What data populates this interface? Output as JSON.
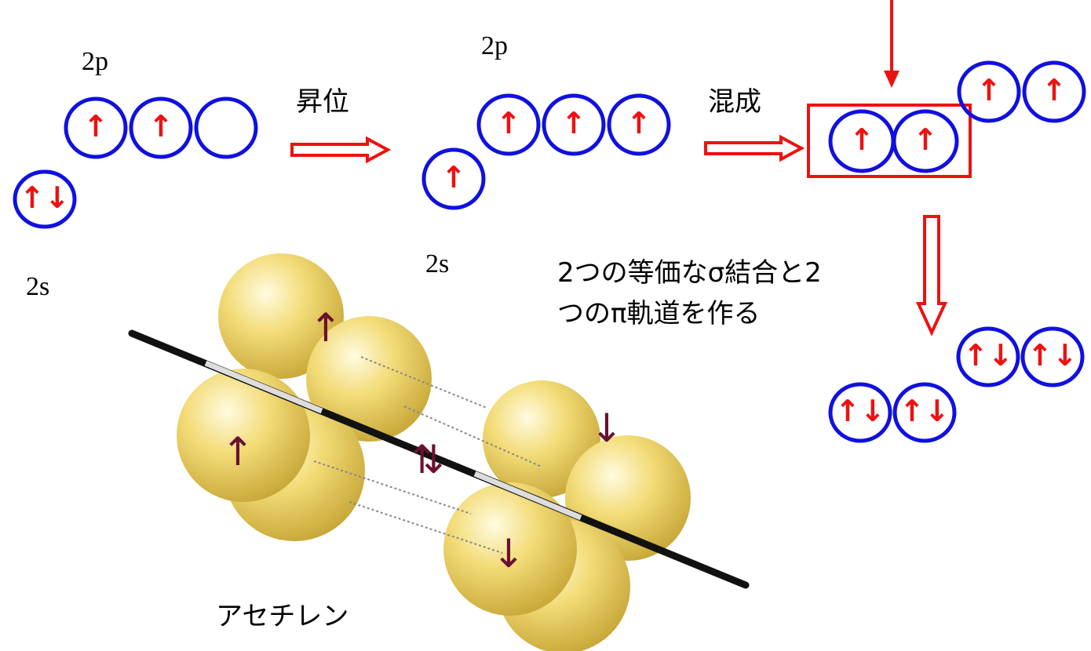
{
  "labels": {
    "p_left": "2p",
    "s_left": "2s",
    "p_mid": "2p",
    "s_mid": "2s",
    "promotion": "昇位",
    "hybridization": "混成",
    "description_line1": "2つの等価なσ結合と2",
    "description_line2": "つのπ軌道を作る",
    "molecule_name": "アセチレン"
  },
  "spins": {
    "left_2s": "↑↓",
    "left_2p": [
      "↑",
      "↑",
      ""
    ],
    "mid_2s": "↑",
    "mid_2p": [
      "↑",
      "↑",
      "↑"
    ],
    "hybrid_sp": [
      "↑",
      "↑"
    ],
    "unhybrid_p": [
      "↑",
      "↑"
    ],
    "bonded_sigma": [
      "↑↓",
      "↑↓"
    ],
    "bonded_pi": [
      "↑↓",
      "↑↓"
    ],
    "molecule_left": [
      "↑",
      "↑"
    ],
    "molecule_right": [
      "↓",
      "↓"
    ],
    "molecule_center": "⇅"
  },
  "colors": {
    "orbital_outline": "#1010e0",
    "electron_arrow": "#ee1111",
    "process_arrow": "#ee1111",
    "lobe_fill": "#f0d66a",
    "molecule_arrow": "#6b1030",
    "bond_axis": "#111111"
  }
}
